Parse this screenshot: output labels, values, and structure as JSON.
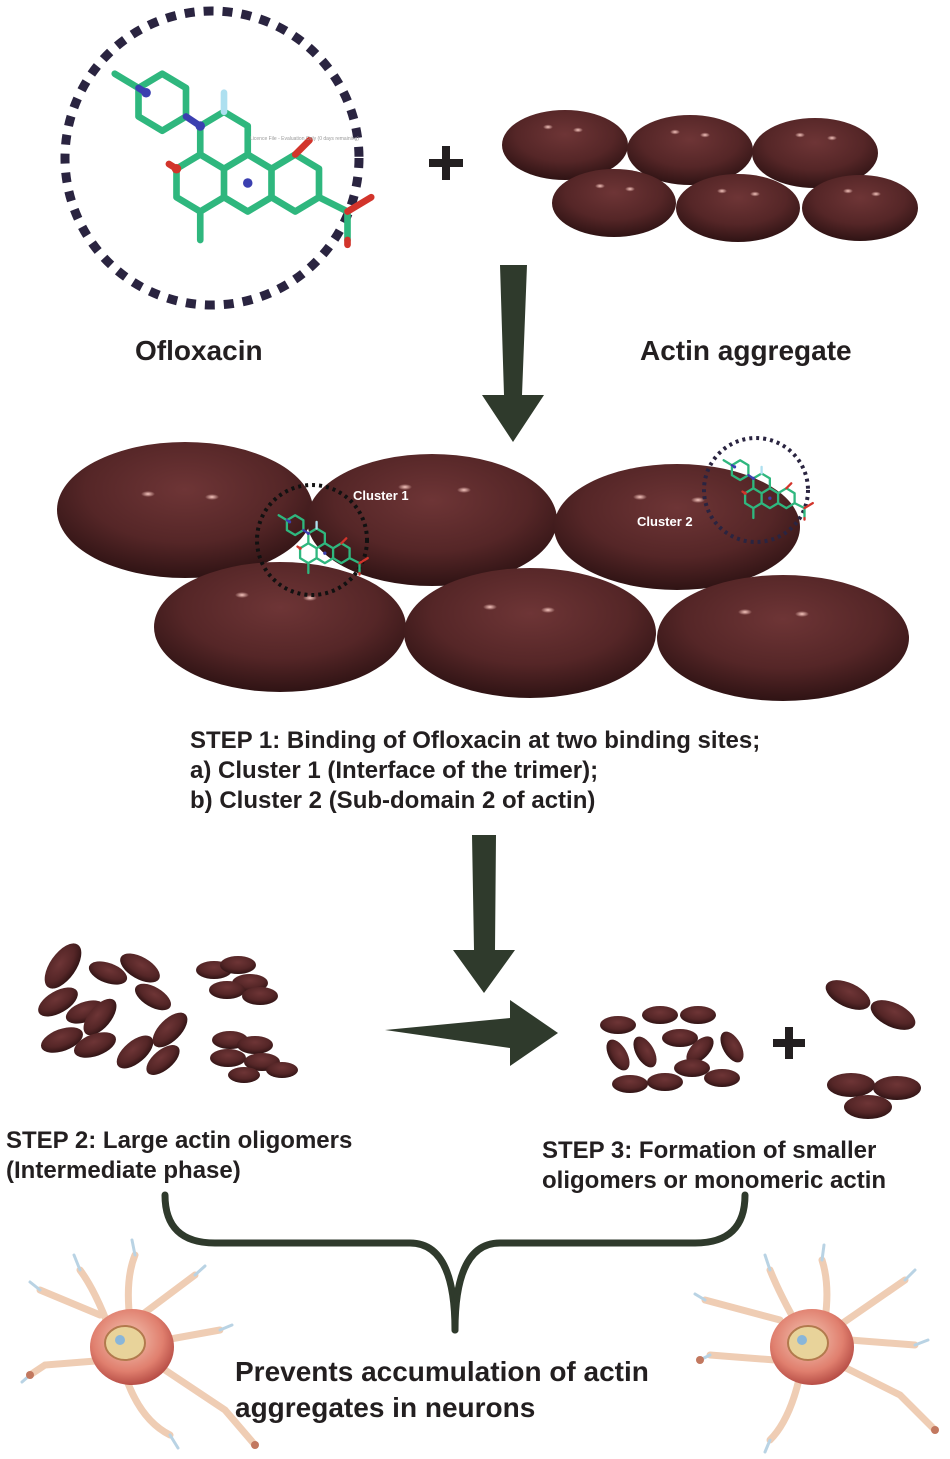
{
  "labels": {
    "ofloxacin": "Ofloxacin",
    "actin_aggregate": "Actin aggregate",
    "cluster1": "Cluster 1",
    "cluster2": "Cluster 2",
    "plus": "+"
  },
  "step1": {
    "line1": "STEP 1: Binding of Ofloxacin at two binding sites;",
    "line2": "a) Cluster 1 (Interface of the trimer);",
    "line3": "b) Cluster 2 (Sub-domain 2 of actin)"
  },
  "step2": {
    "line1": "STEP 2: Large actin oligomers",
    "line2": "(Intermediate phase)"
  },
  "step3": {
    "line1": "STEP 3: Formation of smaller",
    "line2": "oligomers or monomeric actin"
  },
  "conclusion": {
    "line1": "Prevents accumulation of actin",
    "line2": "aggregates in neurons"
  },
  "colors": {
    "actin": "#5a2a2b",
    "actin_dark": "#3a1819",
    "arrow": "#2f3a2c",
    "molecule_carbon": "#2fb77e",
    "molecule_nitrogen": "#3b3fb0",
    "molecule_oxygen": "#d2342b",
    "dotted_circle": "#2a2440",
    "neuron": "#e08a7c"
  }
}
